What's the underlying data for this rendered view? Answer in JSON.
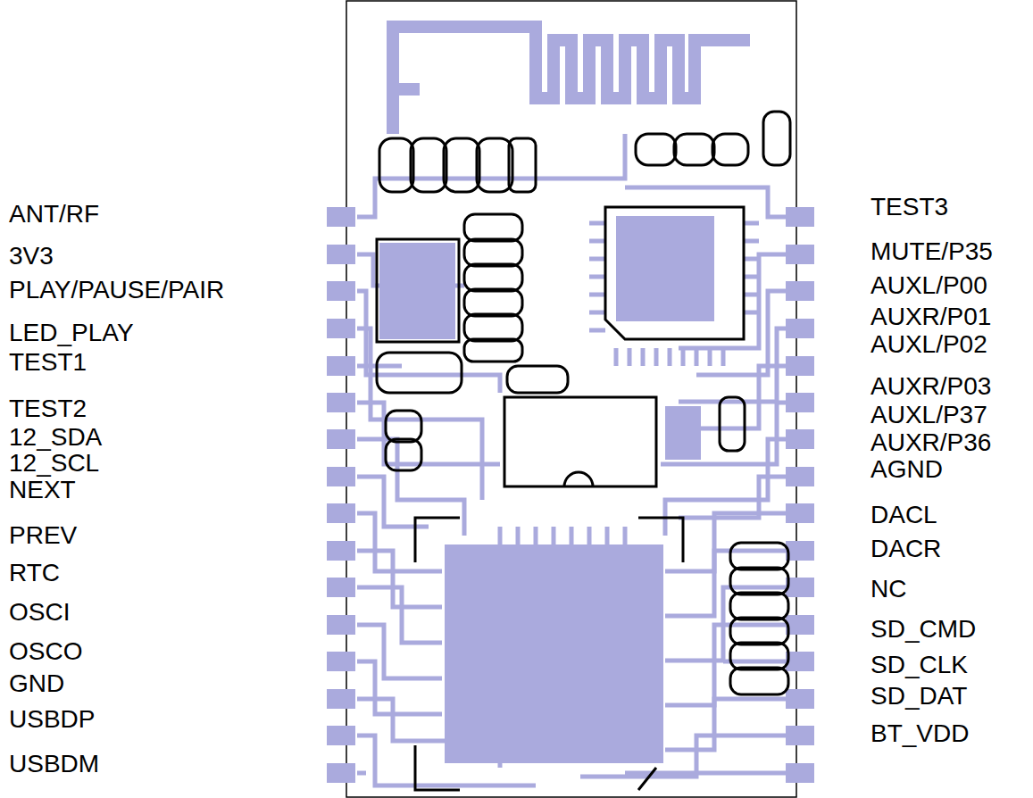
{
  "diagram": {
    "labels": [
      "ANT/RF",
      "3V3",
      "PLAY/PAUSE/PAIR",
      "LED_PLAY",
      "TEST1",
      "TEST2",
      "12_SDA",
      "12_SCL",
      "NEXT",
      "PREV",
      "RTC",
      "OSCI",
      "OSCO",
      "GND",
      "USBDP",
      "USBDM",
      "TEST3",
      "MUTE/P35",
      "AUXL/P00",
      "AUXR/P01",
      "AUXL/P02",
      "AUXR/P03",
      "AUXL/P37",
      "AUXR/P36",
      "AGND",
      "DACL",
      "DACR",
      "NC",
      "SD_CMD",
      "SD_CLK",
      "SD_DAT",
      "BT_VDD"
    ]
  }
}
